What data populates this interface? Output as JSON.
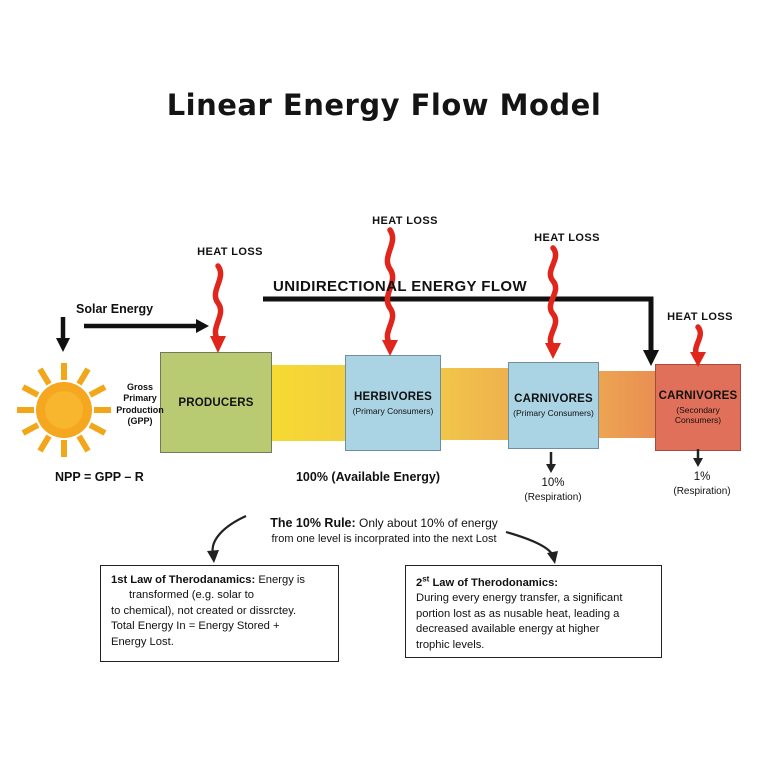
{
  "title": "Linear Energy Flow Model",
  "flow_labels": {
    "unidirectional": "UNIDIRECTIONAL ENERGY FLOW",
    "solar_energy": "Solar Energy",
    "gpp": "Gross Primary Production (GPP)",
    "npp_formula": "NPP = GPP – R",
    "available_energy": "100% (Available Energy)"
  },
  "heat_loss": [
    "HEAT LOSS",
    "HEAT LOSS",
    "HEAT LOSS",
    "HEAT LOSS"
  ],
  "trophic_levels": [
    {
      "name": "PRODUCERS",
      "subtitle": "",
      "color": "#b9cb72"
    },
    {
      "name": "HERBIVORES",
      "subtitle": "(Primary Consumers)",
      "color": "#aad4e4"
    },
    {
      "name": "CARNIVORES",
      "subtitle": "(Primary Consumers)",
      "color": "#aad4e4"
    },
    {
      "name": "CARNIVORES",
      "subtitle": "(Secondary Consumers)",
      "color": "#e1705b"
    }
  ],
  "respiration": [
    {
      "percent": "10%",
      "label": "(Respiration)"
    },
    {
      "percent": "1%",
      "label": "(Respiration)"
    }
  ],
  "rule": {
    "title": "The 10% Rule:",
    "rest": " Only about 10% of energy",
    "line2": "from one level is incorprated into the next Lost"
  },
  "laws": [
    {
      "title": "1st Law of Therodanamics:",
      "title_suffix": " Energy is",
      "lines": [
        "transformed (e.g. solar to",
        "to chemical), not created or dissrctey.",
        "Total Energy In = Energy Stored +",
        "Energy Lost."
      ]
    },
    {
      "num": "2",
      "sup": "st",
      "title_rest": " Law of Therodonamics:",
      "lines": [
        "During every energy transfer, a significant",
        "portion lost as as nusable heat, leading a",
        "decreased available energy at higher",
        "trophic levels."
      ]
    }
  ],
  "colors": {
    "heat_arrow": "#e0261c",
    "flow_arrow": "#111111",
    "sun": "#f4a71f"
  }
}
